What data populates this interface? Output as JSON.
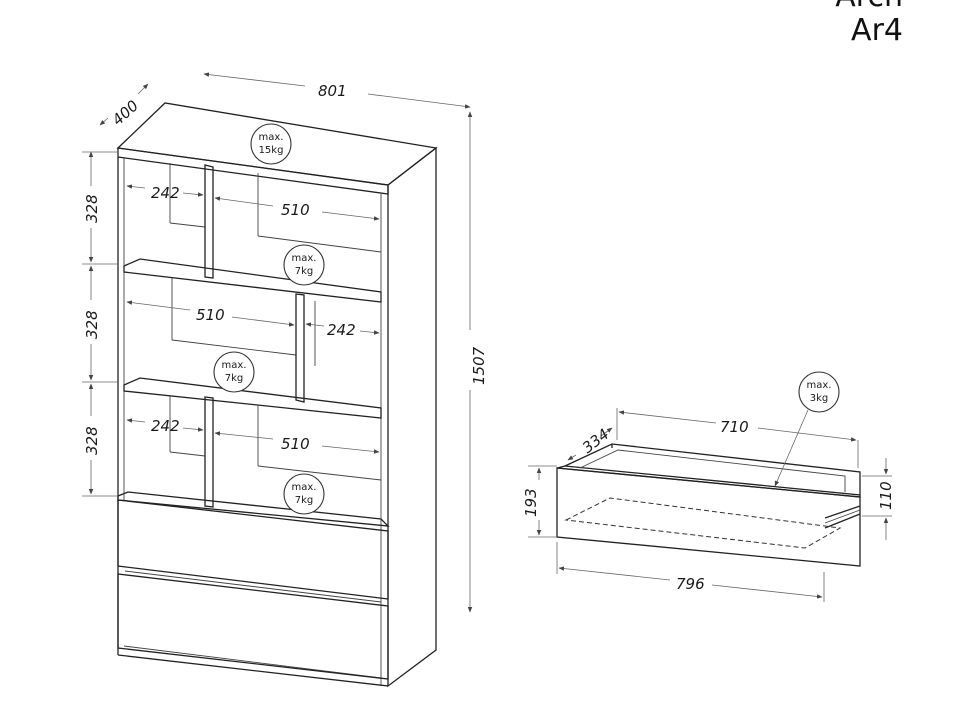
{
  "title": {
    "name": "Arch",
    "code": "Ar4"
  },
  "cabinet": {
    "width": "801",
    "depth": "400",
    "height": "1507",
    "shelf_heights": [
      "328",
      "328",
      "328"
    ],
    "inner_widths": {
      "row1_left": "242",
      "row1_right": "510",
      "row2_left": "510",
      "row2_right": "242",
      "row3_left": "242",
      "row3_right": "510"
    },
    "loads": {
      "top": {
        "line1": "max.",
        "line2": "15kg"
      },
      "shelf1": {
        "line1": "max.",
        "line2": "7kg"
      },
      "shelf2": {
        "line1": "max.",
        "line2": "7kg"
      },
      "shelf3": {
        "line1": "max.",
        "line2": "7kg"
      }
    }
  },
  "drawer": {
    "depth": "334",
    "inner_width": "710",
    "outer_width": "796",
    "front_height": "193",
    "box_height": "110",
    "load": {
      "line1": "max.",
      "line2": "3kg"
    }
  }
}
